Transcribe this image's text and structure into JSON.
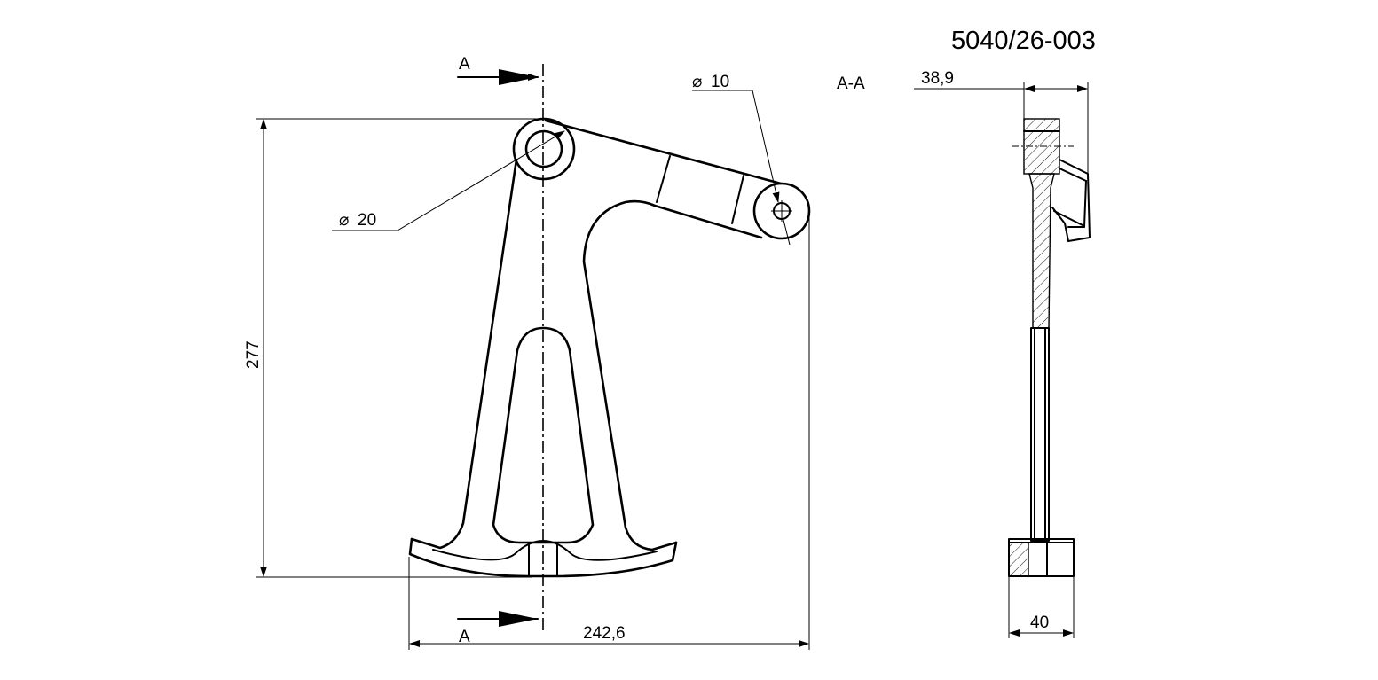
{
  "drawing": {
    "part_number": "5040/26-003",
    "section_marker": "A",
    "section_view_label": "A-A",
    "dimensions": {
      "height": "277",
      "width": "242,6",
      "pivot_diameter": "20",
      "pin_diameter": "10",
      "section_top_width": "38,9",
      "section_bottom_width": "40"
    },
    "diameter_symbol": "⌀"
  }
}
